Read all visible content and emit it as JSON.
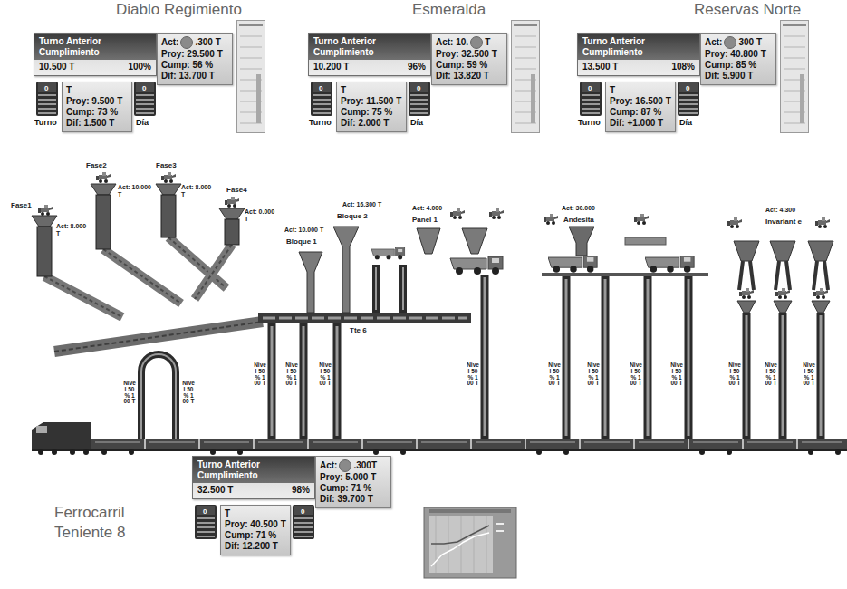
{
  "diagram": {
    "nodes": [
      {
        "text": [
          "Turno Anterior",
          "Cumplimiento",
          "10.500 T",
          "100%"
        ]
      },
      {
        "text": [
          "Act:",
          ".300 T",
          "Proy: 29.500 T",
          "Cump: 56 %",
          "Dif: 13.700 T"
        ]
      },
      {
        "text": [
          "T",
          "Proy: 9.500 T",
          "Cump: 73 %",
          "Dif: 1.500 T"
        ]
      },
      {
        "text": [
          "Turno Anterior",
          "Cumplimiento",
          "10.200 T",
          "96%"
        ]
      },
      {
        "text": [
          "Act: 10.",
          "T",
          "Proy: 32.500 T",
          "Cump: 59 %",
          "Dif: 13.820 T"
        ]
      },
      {
        "text": [
          "T",
          "Proy: 11.500 T",
          "Cump: 75 %",
          "Dif: 2.000 T"
        ]
      },
      {
        "text": [
          "Turno Anterior",
          "Cumplimiento",
          "13.500 T",
          "108%"
        ]
      },
      {
        "text": [
          "Act:",
          "300 T",
          "Proy: 40.800 T",
          "Cump: 85 %",
          "Dif: 5.900 T"
        ]
      },
      {
        "text": [
          "T",
          "Proy: 16.500 T",
          "Cump: 87 %",
          "Dif: +1.000 T"
        ]
      },
      {
        "text": [
          "Turno Anterior",
          "Cumplimiento",
          "32.500 T",
          "98%"
        ]
      },
      {
        "text": [
          "Act:",
          ".300T",
          "Proy: 5.000 T",
          "Cump: 71 %",
          "Dif: 39.700 T"
        ]
      },
      {
        "text": [
          "T",
          "Proy: 40.500 T",
          "Cump: 71 %",
          "Dif: 12.200 T"
        ]
      }
    ],
    "labels": [
      "Diablo Regimiento",
      "Esmeralda",
      "Reservas Norte",
      "0",
      "0",
      "Turno",
      "Día",
      "0",
      "0",
      "Turno",
      "Día",
      "0",
      "0",
      "Turno",
      "Día",
      "Fase1",
      "Act: 8.000 T",
      "Fase2",
      "Act: 10.000 T",
      "Fase3",
      "Act: 8.000 T",
      "Fase4",
      "Act: 0.000 T",
      "Act: 10.000 T",
      "Bloque 1",
      "Act: 16.300 T",
      "Bloque 2",
      "Act: 4.000",
      "Panel 1",
      "Act: 30.000",
      "Andesita",
      "Act: 4.300",
      "Invariant e",
      "Tte 6",
      "Nivel 50 % 100 T",
      "Nivel 50 % 100 T",
      "Nivel 50 % 100 T",
      "Nivel 50 % 100 T",
      "Nivel 50 % 100 T",
      "Nivel 50 % 100 T",
      "Nivel 50 % 100 T",
      "Nivel 50 % 100 T",
      "Nivel 50 % 100 T",
      "Nivel 50 % 100 T",
      "Nivel 50 % 100 T",
      "Nivel 50 % 100 T",
      "Nivel 50 % 100 T",
      "Ferrocarril Teniente 8",
      "0",
      "0"
    ]
  }
}
